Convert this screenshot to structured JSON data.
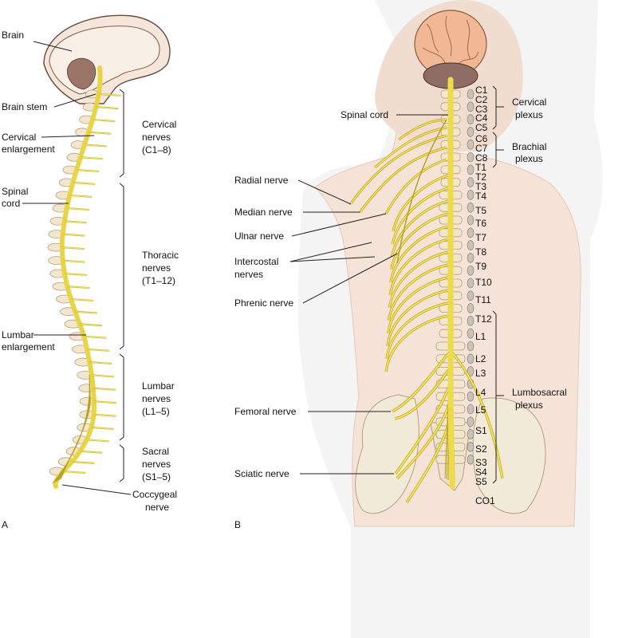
{
  "panel_a": {
    "letter": "A",
    "labels": {
      "brain": "Brain",
      "brain_stem": "Brain stem",
      "cervical_enlargement": [
        "Cervical",
        "enlargement"
      ],
      "spinal_cord": [
        "Spinal",
        "cord"
      ],
      "lumbar_enlargement": [
        "Lumbar",
        "enlargement"
      ],
      "cervical_nerves": [
        "Cervical",
        "nerves",
        "(C1–8)"
      ],
      "thoracic_nerves": [
        "Thoracic",
        "nerves",
        "(T1–12)"
      ],
      "lumbar_nerves": [
        "Lumbar",
        "nerves",
        "(L1–5)"
      ],
      "sacral_nerves": [
        "Sacral",
        "nerves",
        "(S1–5)"
      ],
      "coccygeal_nerve": [
        "Coccygeal",
        "nerve"
      ]
    }
  },
  "panel_b": {
    "letter": "B",
    "labels": {
      "spinal_cord": "Spinal cord",
      "radial_nerve": "Radial nerve",
      "median_nerve": "Median nerve",
      "ulnar_nerve": "Ulnar nerve",
      "intercostal_nerves": [
        "Intercostal",
        "nerves"
      ],
      "phrenic_nerve": "Phrenic nerve",
      "femoral_nerve": "Femoral nerve",
      "sciatic_nerve": "Sciatic nerve",
      "cervical_plexus": [
        "Cervical",
        "plexus"
      ],
      "brachial_plexus": [
        "Brachial",
        "plexus"
      ],
      "lumbosacral_plexus": [
        "Lumbosacral",
        "plexus"
      ]
    },
    "segments": [
      "C1",
      "C2",
      "C3",
      "C4",
      "C5",
      "C6",
      "C7",
      "C8",
      "T1",
      "T2",
      "T3",
      "T4",
      "T5",
      "T6",
      "T7",
      "T8",
      "T9",
      "T10",
      "T11",
      "T12",
      "L1",
      "L2",
      "L3",
      "L4",
      "L5",
      "S1",
      "S2",
      "S3",
      "S4",
      "S5",
      "CO1"
    ]
  },
  "colors": {
    "nerve": "#f3e35a",
    "nerve_stroke": "#b9a21f",
    "bone": "#f2e6cf",
    "bone_stroke": "#b79f78",
    "skin": "#f6e5dc",
    "skin_shadow": "#efd3c6",
    "brain": "#f0b995",
    "cerebellum": "#8a6a60",
    "line": "#222222"
  }
}
